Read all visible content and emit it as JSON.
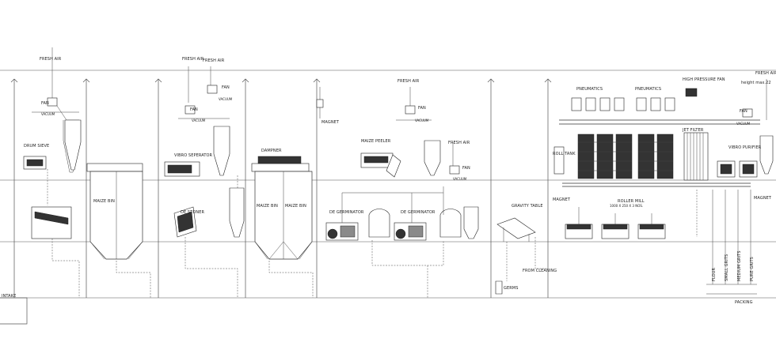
{
  "labels": {
    "fresh_air": "FRESH AIR",
    "fan": "FAN",
    "vacuum": "VACUUM",
    "drum_sieve": "DRUM SIEVE",
    "maize_bin": "MAIZE BIN",
    "vibro_seperator": "VIBRO SEPERATOR",
    "de_stoner": "DE STONER",
    "dampner": "DAMPNER",
    "magnet": "MAGNET",
    "maize_peeler": "MAIZE PEELER",
    "de_germinator": "DE GERMINATOR",
    "gravity_table": "GRAVITY TABLE",
    "from_cleaning": "FROM CLEANING",
    "germs": "GERMS",
    "pneumatics": "PNEUMATICS",
    "high_pressure_fan": "HIGH PRESSURE FAN",
    "roll_tank": "ROLL TANK",
    "jet_filter": "JET FILTER",
    "vibro_purifier": "VIBRO PURIFIER",
    "roller_mill": "ROLLER MILL",
    "roller_mill_spec": "1000 X 250 X 3 NOS.",
    "intake": "INTAKE",
    "flour": "FLOUR",
    "small_grits": "SMALL GRITS",
    "medium_grits": "MEDIUM GRITS",
    "pure_grits": "PURE GRITS",
    "packing": "PACKING",
    "height_note": "height max.22"
  },
  "colors": {
    "line": "#333333",
    "background": "#ffffff",
    "machine_dark": "#333333",
    "machine_mid": "#8a8a8a"
  }
}
